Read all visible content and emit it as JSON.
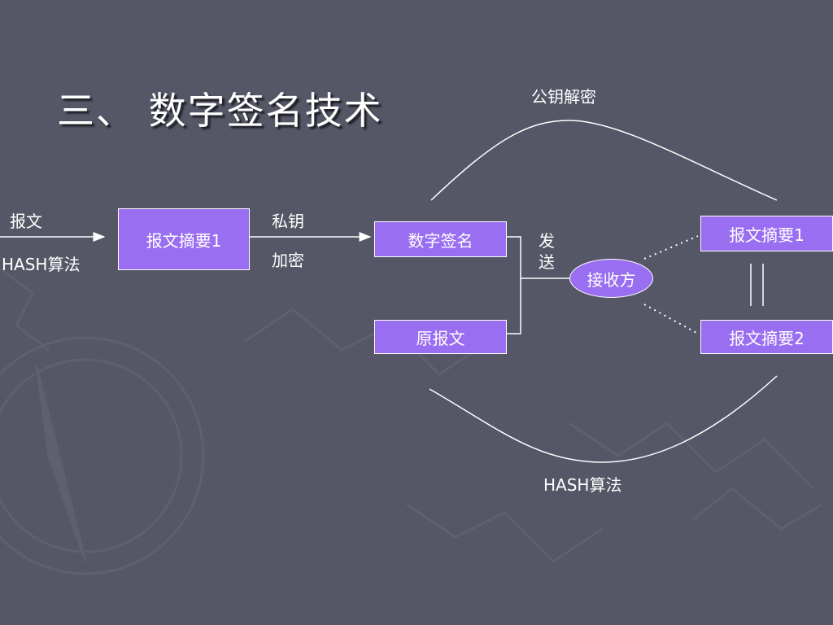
{
  "title": "三、 数字签名技术",
  "labels": {
    "message": "报文",
    "hash_left": "HASH算法",
    "private_key": "私钥",
    "encrypt": "加密",
    "public_key_decrypt": "公钥解密",
    "send_1": "发",
    "send_2": "送",
    "hash_bottom": "HASH算法"
  },
  "boxes": {
    "digest_left": "报文摘要1",
    "signature": "数字签名",
    "original": "原报文",
    "receiver": "接收方",
    "digest_right_1": "报文摘要1",
    "digest_right_2": "报文摘要2"
  },
  "colors": {
    "background": "#555766",
    "box_fill": "#9a6ef0",
    "line": "#ffffff"
  }
}
